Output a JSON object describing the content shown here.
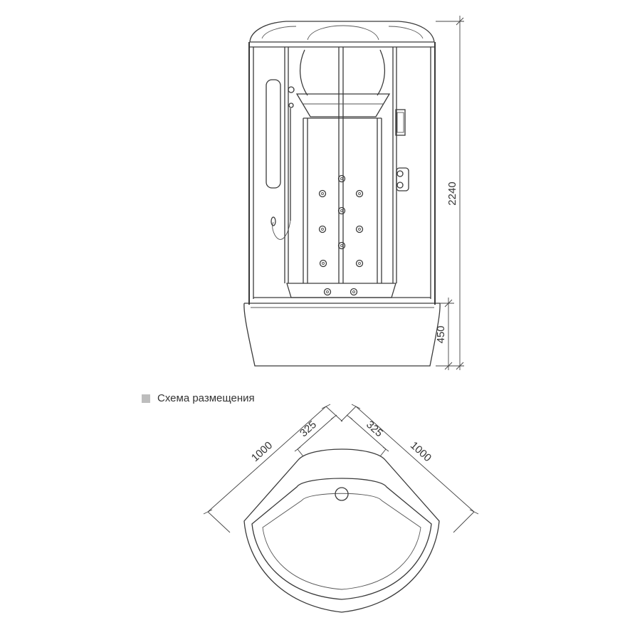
{
  "front_view": {
    "height_total": "2240",
    "height_tray": "450"
  },
  "legend": {
    "label": "Схема размещения",
    "marker_color": "#bdbdbd"
  },
  "plan_view": {
    "side_left": "1000",
    "side_right": "1000",
    "offset_left": "325",
    "offset_right": "325"
  }
}
